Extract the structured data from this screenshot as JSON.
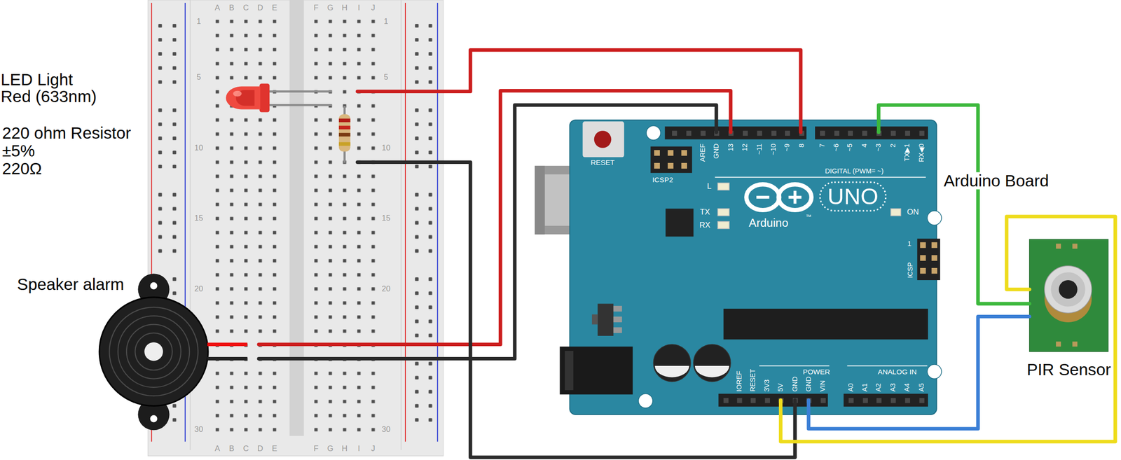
{
  "diagram": {
    "nodes": [
      {
        "text": [
          "Arduino Board"
        ]
      },
      {
        "text": [
          "PIR Sensor"
        ]
      }
    ],
    "edges": [
      {
        "from": 0,
        "to": 1,
        "arrow": "none"
      },
      {
        "from": 0,
        "to": 1,
        "arrow": "none"
      },
      {
        "from": 0,
        "to": 1,
        "arrow": "none"
      }
    ],
    "labels": [
      "LED Light Red (633nm)",
      "220 ohm Resistor",
      "±5%",
      "220Ω",
      "Speaker alarm",
      "A",
      "B",
      "C",
      "D",
      "E",
      "F",
      "G",
      "H",
      "I",
      "J",
      "A",
      "B",
      "C",
      "D",
      "E",
      "F",
      "G",
      "H",
      "I",
      "J",
      "1",
      "5",
      "10",
      "15",
      "20",
      "30",
      "1",
      "5",
      "10",
      "15",
      "20",
      "30",
      "RESET",
      "ICSP2",
      "AREF",
      "GND",
      "13",
      "12",
      "~11",
      "~10",
      "~9",
      "8",
      "7",
      "~6",
      "~5",
      "4",
      "~3",
      "2",
      "TX▶1",
      "RX◀0",
      "DIGITAL (PWM= ~)",
      "L",
      "TX",
      "RX",
      "UNO",
      "Arduino",
      "™",
      "ON",
      "1",
      "ICSP",
      "POWER",
      "ANALOG IN",
      "IOREF",
      "RESET",
      "3V3",
      "5V",
      "GND",
      "GND",
      "VIN",
      "A0",
      "A1",
      "A2",
      "A3",
      "A4",
      "A5"
    ]
  }
}
